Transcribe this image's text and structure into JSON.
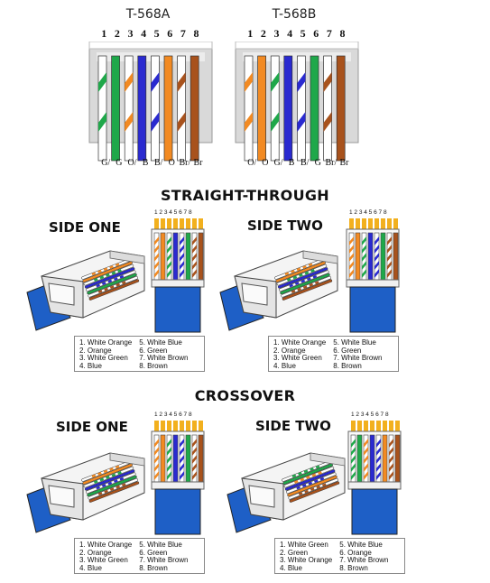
{
  "standards": [
    {
      "title": "T-568A",
      "pins": [
        "1",
        "2",
        "3",
        "4",
        "5",
        "6",
        "7",
        "8"
      ],
      "codes": [
        "G/",
        "G",
        "O/",
        "B",
        "B/",
        "O",
        "Br/",
        "Br"
      ],
      "wires": [
        {
          "base": "#ffffff",
          "stripe": "#1fa84a"
        },
        {
          "base": "#1fa84a",
          "stripe": null
        },
        {
          "base": "#ffffff",
          "stripe": "#f28a22"
        },
        {
          "base": "#2a2ad0",
          "stripe": null
        },
        {
          "base": "#ffffff",
          "stripe": "#2a2ad0"
        },
        {
          "base": "#f28a22",
          "stripe": null
        },
        {
          "base": "#ffffff",
          "stripe": "#a8521c"
        },
        {
          "base": "#a8521c",
          "stripe": null
        }
      ]
    },
    {
      "title": "T-568B",
      "pins": [
        "1",
        "2",
        "3",
        "4",
        "5",
        "6",
        "7",
        "8"
      ],
      "codes": [
        "O/",
        "O",
        "G/",
        "B",
        "B/",
        "G",
        "Br/",
        "Br"
      ],
      "wires": [
        {
          "base": "#ffffff",
          "stripe": "#f28a22"
        },
        {
          "base": "#f28a22",
          "stripe": null
        },
        {
          "base": "#ffffff",
          "stripe": "#1fa84a"
        },
        {
          "base": "#2a2ad0",
          "stripe": null
        },
        {
          "base": "#ffffff",
          "stripe": "#2a2ad0"
        },
        {
          "base": "#1fa84a",
          "stripe": null
        },
        {
          "base": "#ffffff",
          "stripe": "#a8521c"
        },
        {
          "base": "#a8521c",
          "stripe": null
        }
      ]
    }
  ],
  "sections": [
    {
      "title": "STRAIGHT-THROUGH",
      "sides": [
        {
          "label": "SIDE ONE",
          "pin_label": "1 2 3 4 5 6 7 8",
          "order": [
            "wo",
            "o",
            "wg",
            "b",
            "wb",
            "g",
            "wbr",
            "br"
          ],
          "legend": {
            "left": [
              "1. White Orange",
              "2. Orange",
              "3. White Green",
              "4. Blue"
            ],
            "right": [
              "5. White Blue",
              "6. Green",
              "7. White Brown",
              "8. Brown"
            ]
          }
        },
        {
          "label": "SIDE TWO",
          "pin_label": "1 2 3 4 5 6 7 8",
          "order": [
            "wo",
            "o",
            "wg",
            "b",
            "wb",
            "g",
            "wbr",
            "br"
          ],
          "legend": {
            "left": [
              "1. White Orange",
              "2. Orange",
              "3. White Green",
              "4. Blue"
            ],
            "right": [
              "5. White Blue",
              "6. Green",
              "7. White Brown",
              "8. Brown"
            ]
          }
        }
      ]
    },
    {
      "title": "CROSSOVER",
      "sides": [
        {
          "label": "SIDE ONE",
          "pin_label": "1 2 3 4 5 6 7 8",
          "order": [
            "wo",
            "o",
            "wg",
            "b",
            "wb",
            "g",
            "wbr",
            "br"
          ],
          "legend": {
            "left": [
              "1. White Orange",
              "2. Orange",
              "3. White Green",
              "4. Blue"
            ],
            "right": [
              "5. White Blue",
              "6. Green",
              "7. White Brown",
              "8. Brown"
            ]
          }
        },
        {
          "label": "SIDE TWO",
          "pin_label": "1 2 3 4 5 6 7 8",
          "order": [
            "wg",
            "g",
            "wo",
            "b",
            "wb",
            "o",
            "wbr",
            "br"
          ],
          "legend": {
            "left": [
              "1. White Green",
              "2. Green",
              "3. White Orange",
              "4. Blue"
            ],
            "right": [
              "5. White Blue",
              "6. Orange",
              "7. White Brown",
              "8. Brown"
            ]
          }
        }
      ]
    }
  ],
  "colors": {
    "blue_cable": "#1e5fc6",
    "pin_gold": "#f2b01e",
    "wo": "#f28a22",
    "o": "#f28a22",
    "wg": "#1fa84a",
    "g": "#1fa84a",
    "b": "#2a2ad0",
    "wb": "#2a2ad0",
    "wbr": "#a8521c",
    "br": "#a8521c"
  }
}
